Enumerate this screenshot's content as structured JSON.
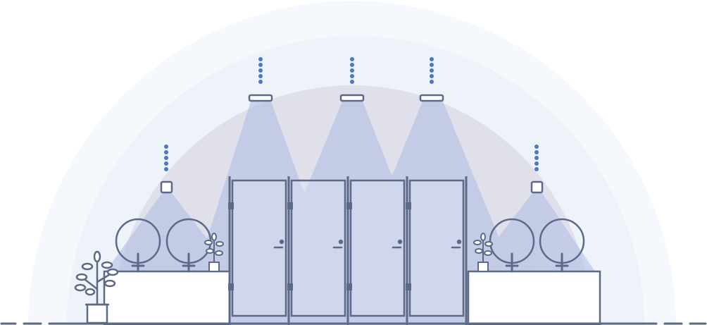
{
  "colors": {
    "background": "#ffffff",
    "halo_outer": "#f5f8fd",
    "halo_middle": "#eef2f9",
    "halo_inner": "#dfe0ea",
    "light_beam": "#aebbe6",
    "stroke": "#5c6a87",
    "dots": "#4c77c4",
    "door_fill": "#dfe4ef",
    "counter_fill": "#ffffff"
  },
  "icons": {
    "ceiling_light": "ceiling-light-icon",
    "occupancy_sensor": "occupancy-sensor-icon",
    "signal": "signal-dots-icon",
    "mirror": "round-mirror-icon",
    "faucet": "faucet-icon",
    "plant": "potted-plant-icon",
    "door_handle": "door-handle-icon",
    "door_hinge": "door-hinge-icon"
  },
  "scene": {
    "ceiling_lights_count": 3,
    "wall_sensors_count": 2,
    "stalls_count": 4,
    "mirrors_count": 4,
    "plants_count": 3
  }
}
